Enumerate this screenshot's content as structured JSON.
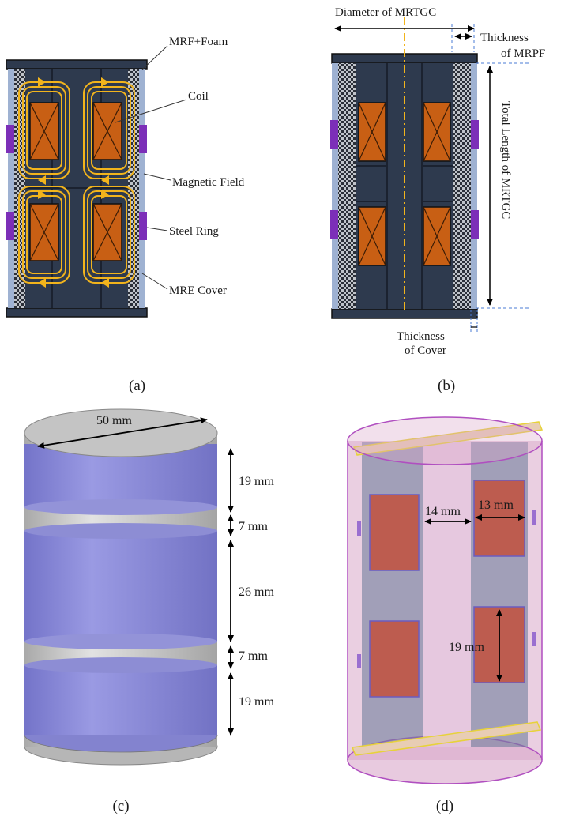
{
  "panel_a": {
    "caption": "(a)",
    "labels": {
      "mrf_foam": "MRF+Foam",
      "coil": "Coil",
      "magnetic_field": "Magnetic Field",
      "steel_ring": "Steel Ring",
      "mre_cover": "MRE Cover"
    }
  },
  "panel_b": {
    "caption": "(b)",
    "labels": {
      "diameter": "Diameter of MRTGC",
      "thickness_mrpf_1": "Thickness",
      "thickness_mrpf_2": "of MRPF",
      "total_length": "Total Length of MRTGC",
      "thickness_cover_1": "Thickness",
      "thickness_cover_2": "of Cover"
    }
  },
  "panel_c": {
    "caption": "(c)",
    "dims": {
      "diameter": "50 mm",
      "seg1": "19 mm",
      "seg2": "7 mm",
      "seg3": "26 mm",
      "seg4": "7 mm",
      "seg5": "19 mm"
    }
  },
  "panel_d": {
    "caption": "(d)",
    "dims": {
      "core_width": "14 mm",
      "coil_width": "13 mm",
      "coil_height": "19 mm"
    }
  },
  "colors": {
    "steel_dark": "#2e3a4e",
    "coil_orange": "#c85f14",
    "field_yellow": "#f2b41c",
    "cover_blue": "#9fb2d2",
    "ring_purple": "#7c2fb8",
    "cylinder_blue": "#8585d6",
    "steel_ring_grey": "#c8c8c8",
    "translucent_pink": "#d9a7c9",
    "coil_red": "#c2503c"
  }
}
